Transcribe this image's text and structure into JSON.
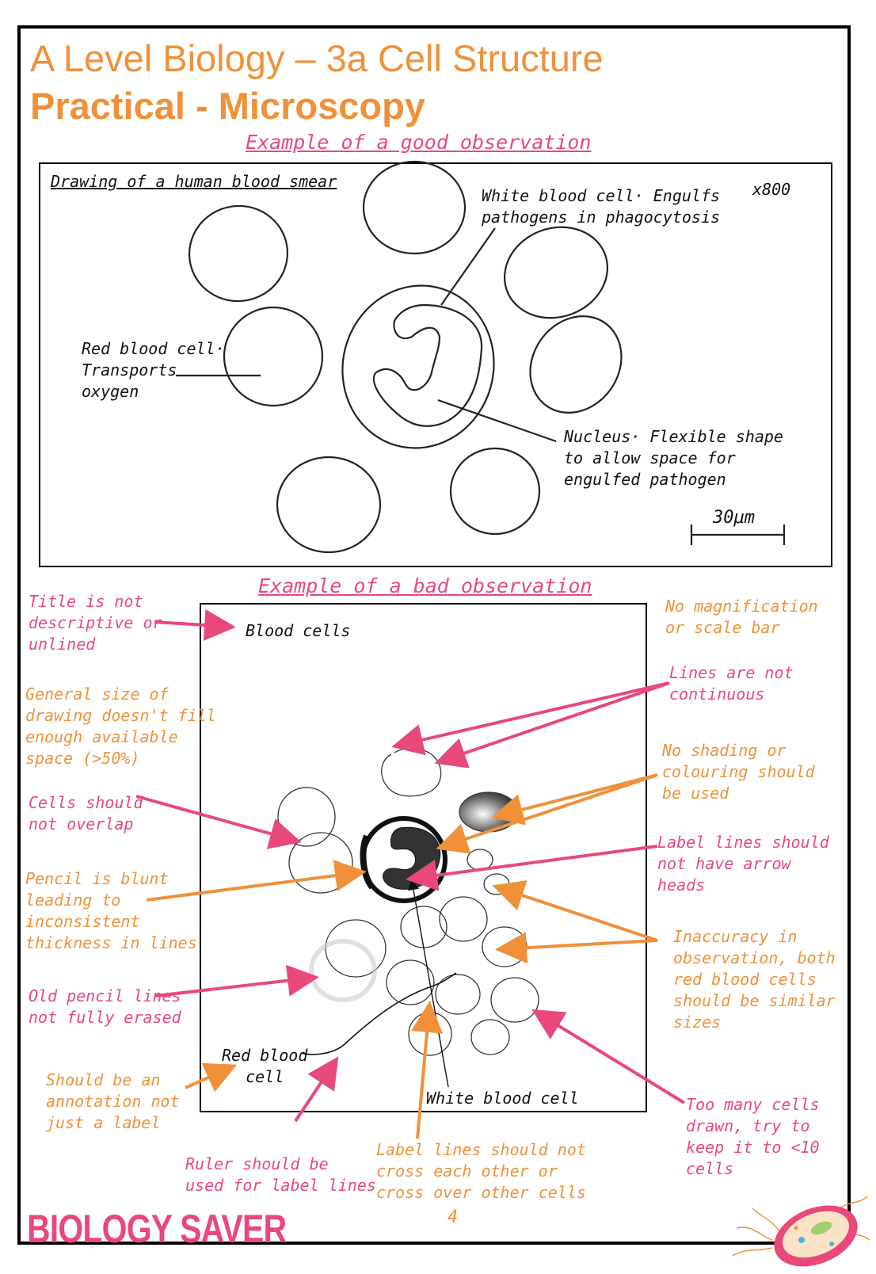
{
  "header": {
    "title": "A Level Biology – 3a Cell Structure",
    "subtitle": "Practical - Microscopy"
  },
  "good_example": {
    "heading": "Example of a good observation",
    "drawing_title": "Drawing of a human blood smear",
    "magnification": "x800",
    "label_wbc": "White blood cell· Engulfs\npathogens in phagocytosis",
    "label_rbc": "Red blood cell·\nTransports\noxygen",
    "label_nucleus": "Nucleus· Flexible shape\nto allow space for\nengulfed pathogen",
    "scale_bar": "30μm"
  },
  "bad_example": {
    "heading": "Example of a bad observation",
    "drawing_title": "Blood cells",
    "label_rbc": "Red blood\ncell",
    "label_wbc": "White blood cell",
    "critiques": {
      "title": "Title is not\ndescriptive or\nunlined",
      "size": "General size of\ndrawing doesn't fill\nenough available\nspace (>50%)",
      "overlap": "Cells should\nnot overlap",
      "pencil": "Pencil is blunt\nleading to\ninconsistent\nthickness in lines",
      "erased": "Old pencil lines\nnot fully erased",
      "annotation": "Should be an\nannotation not\njust a label",
      "ruler": "Ruler should be\nused for label lines",
      "cross": "Label lines should not\ncross each other or\ncross over other cells",
      "magnification": "No magnification\nor scale bar",
      "continuous": "Lines are not\ncontinuous",
      "shading": "No shading or\ncolouring should\nbe used",
      "arrow_heads": "Label lines should\nnot have arrow\nheads",
      "inaccuracy": "Inaccuracy in\nobservation, both\nred blood cells\nshould be similar\nsizes",
      "too_many": "Too many cells\ndrawn, try to\nkeep it to <10\ncells"
    }
  },
  "footer": {
    "logo": "BIOLOGY SAVER",
    "page_number": "4"
  },
  "colors": {
    "orange": "#F0913A",
    "pink": "#E8497A"
  }
}
